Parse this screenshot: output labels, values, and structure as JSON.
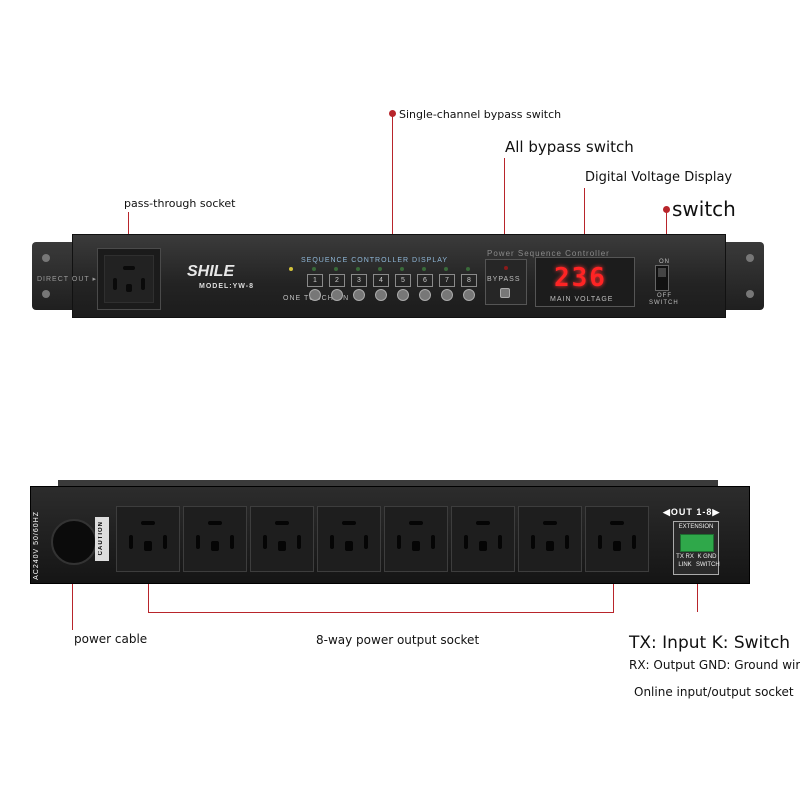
{
  "callouts": {
    "bypass_single": "Single-channel bypass switch",
    "bypass_all": "All bypass switch",
    "voltage_display": "Digital Voltage Display",
    "switch": "switch",
    "pass_through": "pass-through socket",
    "power_cable": "power cable",
    "output_socket": "8-way power output socket",
    "tx_line": "TX: Input K: Switch",
    "rx_line": "RX: Output GND: Ground wire",
    "online_io": "Online input/output socket"
  },
  "front_panel": {
    "direct_out": "DIRECT OUT ▸",
    "brand": "SHILE",
    "model": "MODEL:YW-8",
    "sequence_label": "SEQUENCE  CONTROLLER  DISPLAY",
    "one_touch": "ONE TOUCH ON",
    "channels": [
      "1",
      "2",
      "3",
      "4",
      "5",
      "6",
      "7",
      "8"
    ],
    "power_seq_title": "Power Sequence Controller",
    "bypass_label": "BYPASS",
    "voltage_value": "236",
    "main_voltage": "MAIN VOLTAGE",
    "on_label": "ON",
    "off_label": "OFF",
    "switch_label": "SWITCH"
  },
  "back_panel": {
    "rating": "AC240V 50/60HZ",
    "caution": "CAUTION",
    "out_label": "◀OUT 1-8▶",
    "extension": "EXTENSION",
    "tx_rx": "TX  RX",
    "link": "LINK",
    "k_gnd": "K  GND",
    "switch": "SWITCH"
  },
  "colors": {
    "accent_line": "#b8252b",
    "display_red": "#ff2424",
    "terminal_green": "#2fa84a"
  }
}
